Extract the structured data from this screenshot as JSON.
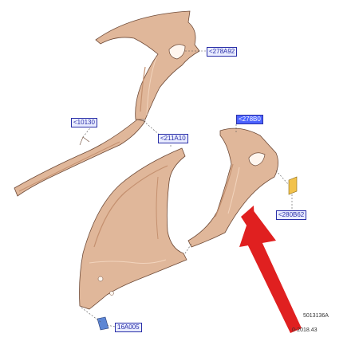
{
  "callouts": {
    "c_278a92": "<278A92",
    "c_10130": "<10130",
    "c_211a10": "<211A10",
    "c_278b": "<278B0",
    "c_280b62": "<280B62",
    "c_16a005": "16A005"
  },
  "reference": {
    "drawing_no": "5013136A",
    "date": "0-2018.43"
  },
  "colors": {
    "panel": "#e0b79a",
    "panel_dark": "#c4906f",
    "panel_light": "#f2d4bd",
    "outline": "#6e4a37",
    "arrow": "#e02020",
    "badge_yellow": "#f2c24b",
    "badge_blue": "#5d86d4"
  }
}
